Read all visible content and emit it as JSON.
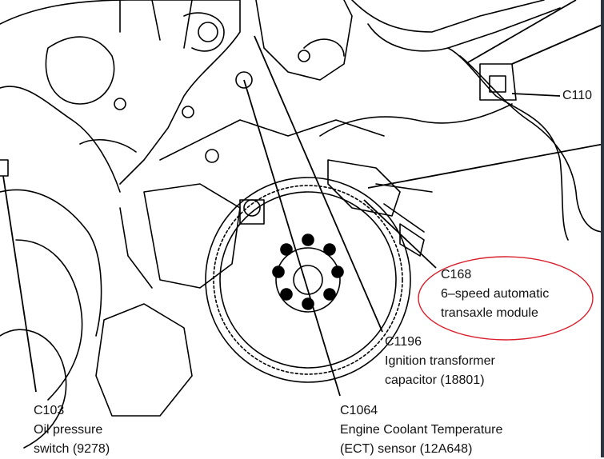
{
  "diagram": {
    "callouts": [
      {
        "id": "c110",
        "connector": "C110",
        "description": []
      },
      {
        "id": "c168",
        "connector": "C168",
        "description": [
          "6–speed automatic",
          "transaxle module"
        ],
        "highlighted": true
      },
      {
        "id": "c1196",
        "connector": "C1196",
        "description": [
          "Ignition transformer",
          "capacitor (18801)"
        ]
      },
      {
        "id": "c103",
        "connector": "C103",
        "description": [
          "Oil pressure",
          "switch (9278)"
        ]
      },
      {
        "id": "c1064",
        "connector": "C1064",
        "description": [
          "Engine Coolant Temperature",
          "(ECT) sensor (12A648)"
        ]
      }
    ],
    "highlight_color": "#d9202c",
    "line_color": "#000000"
  }
}
